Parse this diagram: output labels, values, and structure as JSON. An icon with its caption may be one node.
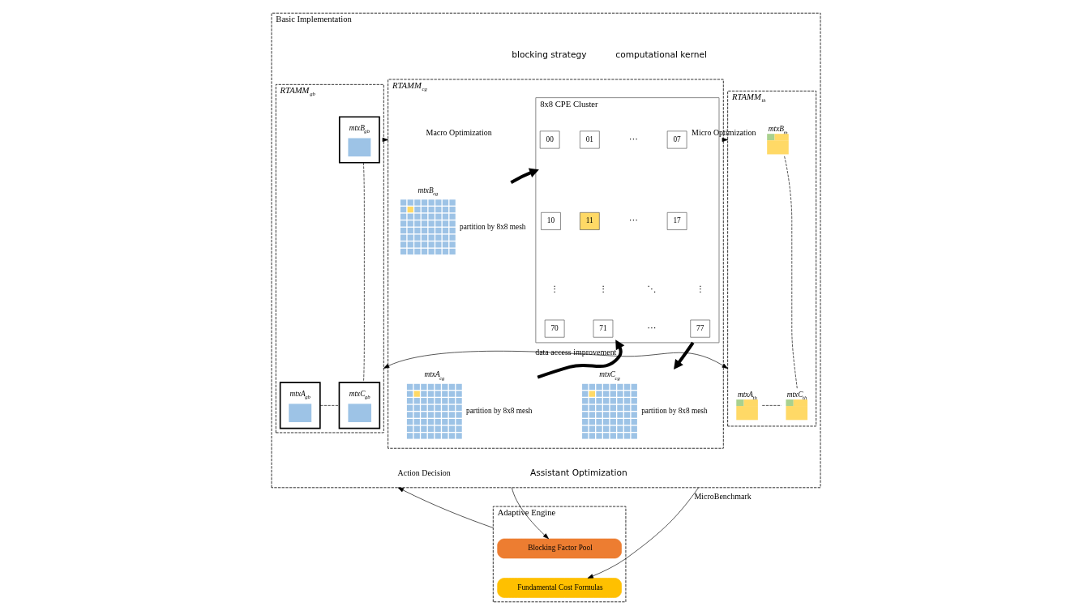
{
  "diagram": {
    "nodes": [
      {
        "text": [
          "Basic Implementation"
        ]
      },
      {
        "text": [
          "RTAMM$_{gb}$"
        ],
        "in": 0
      },
      {
        "text": [
          "mtxB$_{gb}$"
        ],
        "in": 1
      },
      {
        "text": [
          "mtxA$_{gb}$"
        ],
        "in": 1
      },
      {
        "text": [
          "mtxC$_{gb}$"
        ],
        "in": 1
      },
      {
        "text": [
          "RTAMM$_{cg}$"
        ],
        "in": 0
      },
      {
        "text": [
          "8x8 CPE Cluster"
        ],
        "in": 5
      },
      {
        "text": [
          "00"
        ],
        "in": 6
      },
      {
        "text": [
          "01"
        ],
        "in": 6
      },
      {
        "text": [
          "07"
        ],
        "in": 6
      },
      {
        "text": [
          "10"
        ],
        "in": 6
      },
      {
        "text": [
          "11"
        ],
        "in": 6
      },
      {
        "text": [
          "17"
        ],
        "in": 6
      },
      {
        "text": [
          "70"
        ],
        "in": 6
      },
      {
        "text": [
          "71"
        ],
        "in": 6
      },
      {
        "text": [
          "77"
        ],
        "in": 6
      },
      {
        "text": [
          "mtxB$_{cg}$"
        ],
        "beside": [
          "partition by 8x8 mesh"
        ],
        "in": 5
      },
      {
        "text": [
          "mtxA$_{cg}$"
        ],
        "beside": [
          "partition by 8x8 mesh"
        ],
        "in": 5
      },
      {
        "text": [
          "mtxC$_{cg}$"
        ],
        "beside": [
          "partition by 8x8 mesh"
        ],
        "in": 5
      },
      {
        "text": [
          "RTAMM$_{th}$"
        ],
        "in": 0
      },
      {
        "text": [
          "mtxB$_{th}$"
        ],
        "in": 19
      },
      {
        "text": [
          "mtxA$_{th}$"
        ],
        "in": 19
      },
      {
        "text": [
          "mtxC$_{th}$"
        ],
        "in": 19
      },
      {
        "text": [
          "Adaptive Engine"
        ]
      },
      {
        "text": [
          "Blocking Factor Pool"
        ],
        "in": 23
      },
      {
        "text": [
          "Fundamental Cost Formulas"
        ],
        "in": 23
      }
    ],
    "edges": [
      {
        "from": 1,
        "to": 5,
        "arrow": "to",
        "label": "Macro Optimization"
      },
      {
        "from": 5,
        "to": 19,
        "arrow": "to",
        "label": "Micro Optimization"
      },
      {
        "from": 16,
        "to": 6,
        "arrow": "to",
        "style": "thick"
      },
      {
        "from": 17,
        "to": 6,
        "arrow": "to",
        "style": "thick"
      },
      {
        "from": 6,
        "to": 18,
        "arrow": "to",
        "style": "thick"
      },
      {
        "from": 3,
        "to": 4,
        "arrow": "none",
        "style": "dashed"
      },
      {
        "from": 2,
        "to": 4,
        "arrow": "none",
        "style": "dashed"
      },
      {
        "from": 21,
        "to": 22,
        "arrow": "none",
        "style": "dashed"
      },
      {
        "from": 20,
        "to": 22,
        "arrow": "none",
        "style": "dashed"
      },
      {
        "from": 1,
        "to": 19,
        "arrow": "both",
        "label": "data access improvement"
      },
      {
        "from": 23,
        "to": 0,
        "arrow": "to",
        "label": "Action Decision"
      },
      {
        "from": 0,
        "to": 24,
        "arrow": "to"
      },
      {
        "from": 0,
        "to": 25,
        "arrow": "to",
        "label": "MicroBenchmark"
      }
    ],
    "labels": [
      "blocking strategy",
      "computational kernel",
      "⋯",
      "⋯",
      "⋮",
      "⋮",
      "⋱",
      "⋮",
      "⋯",
      "Assistant Optimization"
    ]
  }
}
